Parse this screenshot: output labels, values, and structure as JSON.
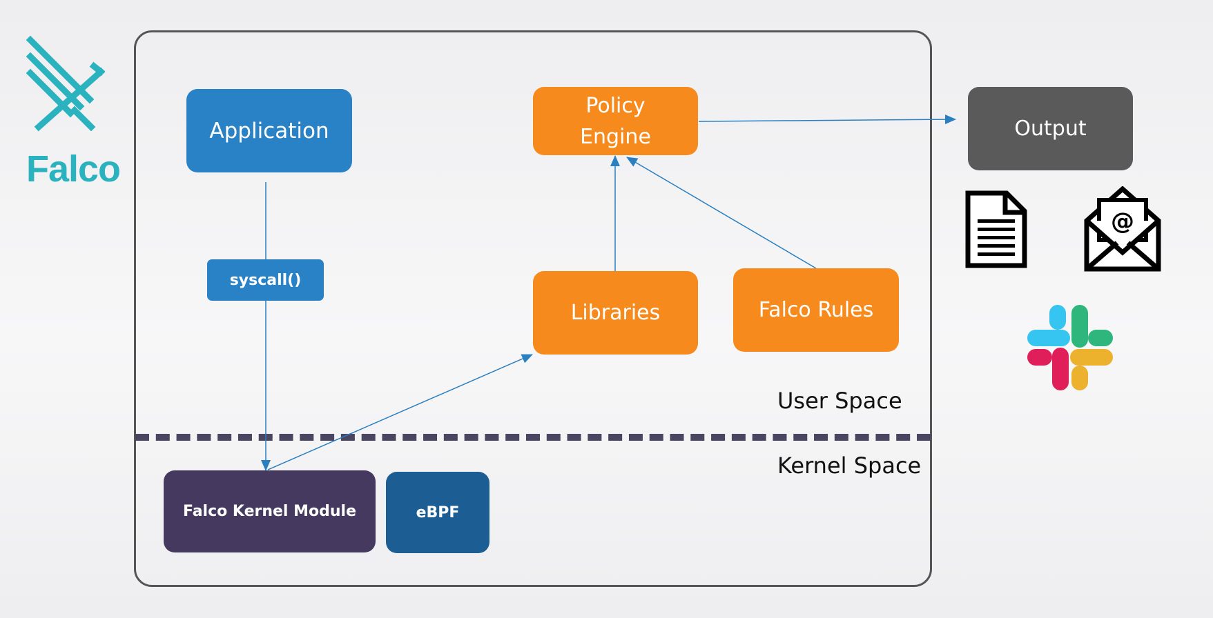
{
  "brand": {
    "name": "Falco",
    "color": "#2ab2bf",
    "icon": "falco-logo-icon"
  },
  "user_space": {
    "application": "Application",
    "syscall": "syscall()",
    "policy_engine": "Policy\nEngine",
    "libraries": "Libraries",
    "falco_rules": "Falco Rules",
    "label": "User Space"
  },
  "kernel_space": {
    "kernel_module": "Falco Kernel Module",
    "ebpf": "eBPF",
    "label": "Kernel Space"
  },
  "output": {
    "label": "Output",
    "channels": [
      {
        "icon": "document-icon"
      },
      {
        "icon": "email-icon"
      },
      {
        "icon": "slack-icon"
      }
    ]
  },
  "colors": {
    "blue": "#2a82c6",
    "orange": "#f78a1d",
    "kernel_purple": "#453960",
    "ebpf_blue": "#1c5e93",
    "output_gray": "#5a5a5a",
    "arrow": "#2a7fc0"
  }
}
